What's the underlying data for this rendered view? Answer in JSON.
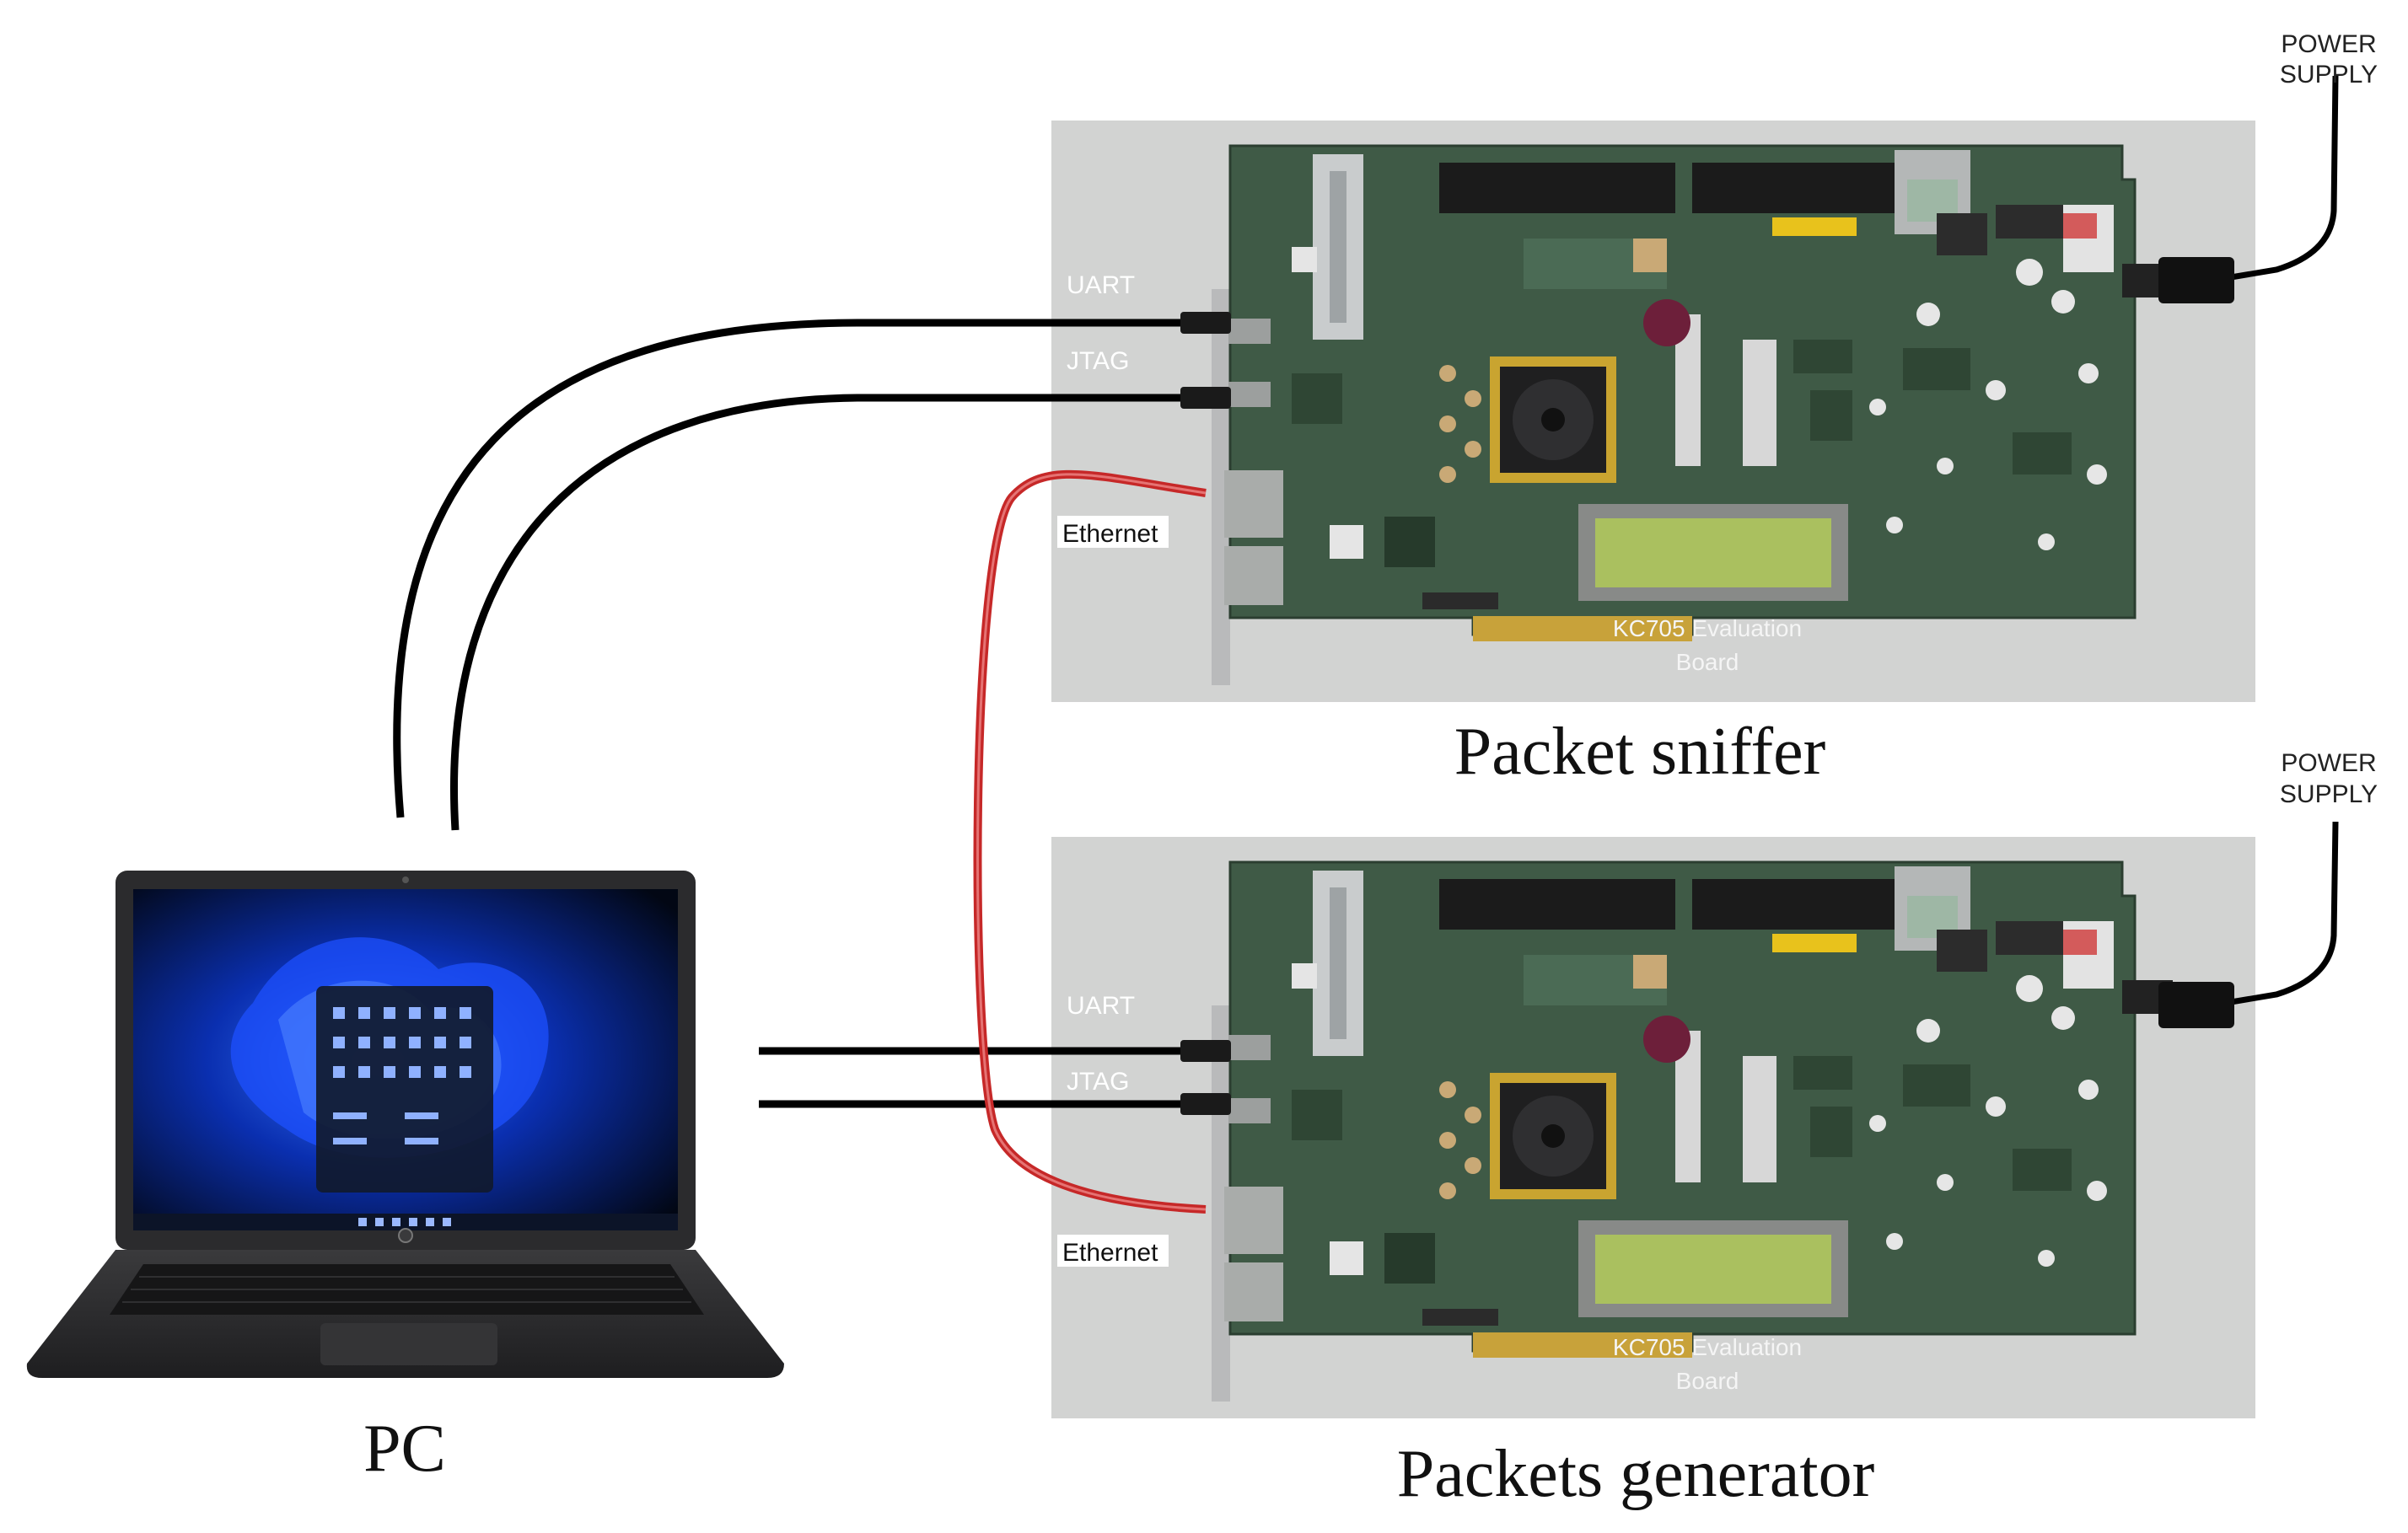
{
  "boards": {
    "top": {
      "caption": "Packet sniffer",
      "uart": "UART",
      "jtag": "JTAG",
      "ethernet": "Ethernet",
      "board_label_line1": "KC705 Evaluation",
      "board_label_line2": "Board",
      "power_line1": "POWER",
      "power_line2": "SUPPLY"
    },
    "bottom": {
      "caption": "Packets generator",
      "uart": "UART",
      "jtag": "JTAG",
      "ethernet": "Ethernet",
      "board_label_line1": "KC705 Evaluation",
      "board_label_line2": "Board",
      "power_line1": "POWER",
      "power_line2": "SUPPLY"
    }
  },
  "pc": {
    "label": "PC"
  },
  "colors": {
    "cable": "#000000",
    "ethernet_cable": "#c62828",
    "board_bg": "#d2d3d2",
    "pcb": "#3f5a46",
    "laptop_body": "#2b2b2d",
    "screen_accent": "#1e50ff"
  }
}
